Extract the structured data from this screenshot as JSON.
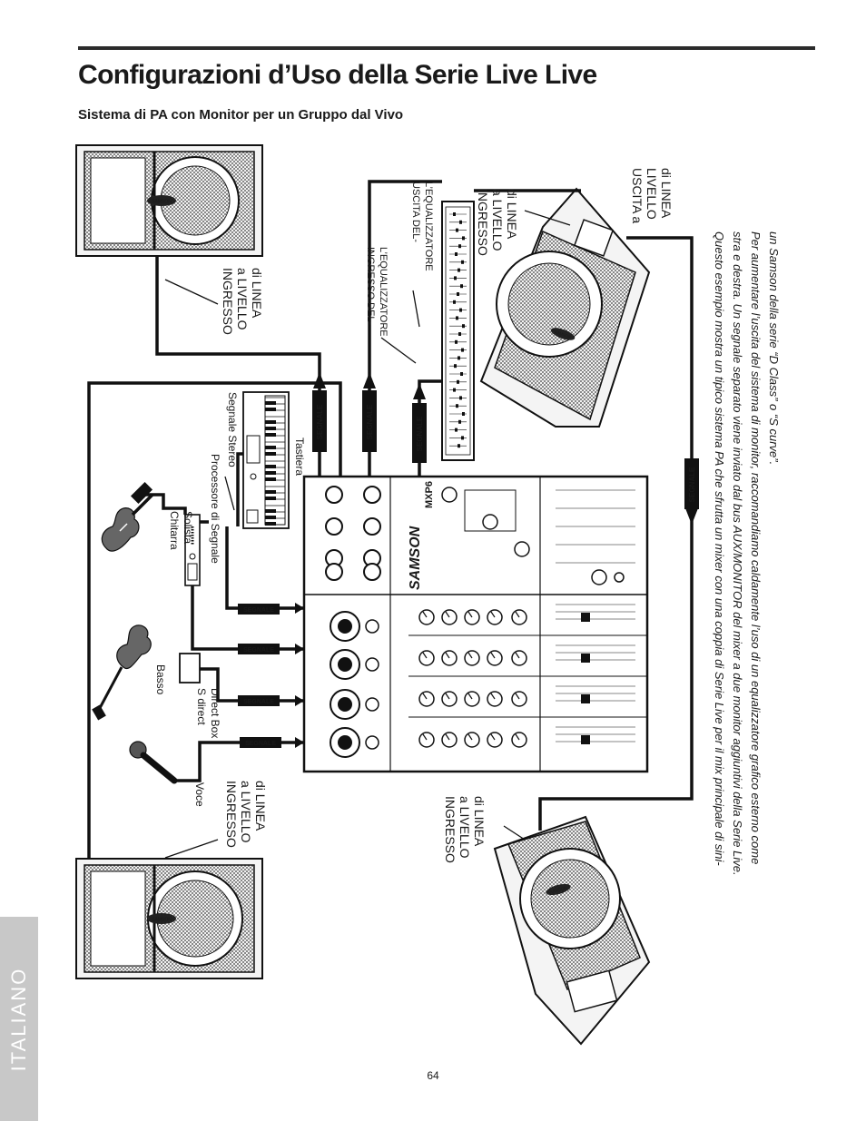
{
  "header": {
    "title": "Configurazioni d’Uso della Serie Live Live",
    "subtitle": "Sistema di PA con Monitor per un Gruppo dal Vivo"
  },
  "labels": {
    "ingresso_top_left": [
      "INGRESSO",
      "a LIVELLO",
      "di LINEA"
    ],
    "ingresso_bottom_left": [
      "INGRESSO",
      "a LIVELLO",
      "di LINEA"
    ],
    "ingresso_monitor_top": [
      "INGRESSO",
      "a LIVELLO",
      "di LINEA"
    ],
    "ingresso_monitor_bottom": [
      "INGRESSO",
      "a LIVELLO",
      "di LINEA"
    ],
    "uscita_monitor": [
      "USCITA a",
      "LIVELLO",
      "di LINEA"
    ],
    "eq_input": [
      "INGRESSO DEL-",
      "L’EQUALIZZATORE"
    ],
    "eq_output": [
      "USCITA DEL-",
      "L’EQUALIZZATORE"
    ],
    "segnale_stereo": "Segnale Stereo",
    "tastiera": "Tastiera",
    "processore": "Processore di Segnale",
    "chitarra": [
      "Chitarra",
      "Solista"
    ],
    "basso": "Basso",
    "direct_box": [
      "S direct",
      "Direct Box"
    ],
    "voce": "Voce",
    "segnale": "SEGNALE",
    "brand": "SAMSON",
    "model": "MXP6",
    "logo": "SAMSON"
  },
  "caption": [
    "Questo esempio mostra un tipico sistema PA che sfrutta un mixer con una coppia di Serie Live per il mix principale di sini-",
    "stra e destra. Un segnale separato viene inviato dal bus AUX/MONITOR del mixer a due monitor aggiuntivi della Serie Live.",
    "Per aumentare l’uscita del sistema di monitor, raccomandiamo caldamente l’uso di un equalizzatore grafico esterno come",
    "un Samson della serie “D Class” o “S curve”."
  ],
  "side_tab": "ITALIANO",
  "page_number": "64"
}
